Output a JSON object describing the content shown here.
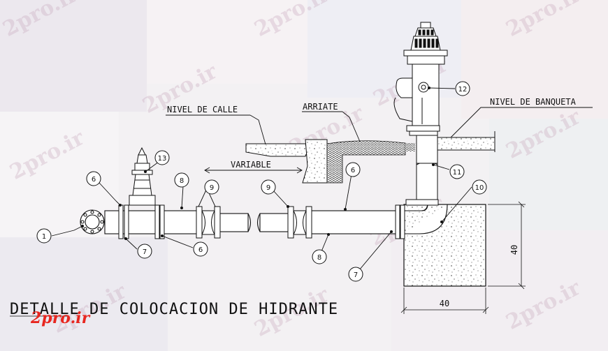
{
  "title": "DETALLE DE COLOCACION DE HIDRANTE",
  "labels": {
    "nivel_calle": "NIVEL DE CALLE",
    "arriate": "ARRIATE",
    "nivel_banqueta": "NIVEL DE BANQUETA",
    "variable": "VARIABLE",
    "dim_height": "40",
    "dim_width": "40"
  },
  "balloons": {
    "b1": "1",
    "b6a": "6",
    "b6b": "6",
    "b6c": "6",
    "b7a": "7",
    "b7b": "7",
    "b8a": "8",
    "b8b": "8",
    "b9a": "9",
    "b9b": "9",
    "b10": "10",
    "b11": "11",
    "b12": "12",
    "b13": "13"
  },
  "watermark": "2pro.ir",
  "logo": "2pro.ir"
}
